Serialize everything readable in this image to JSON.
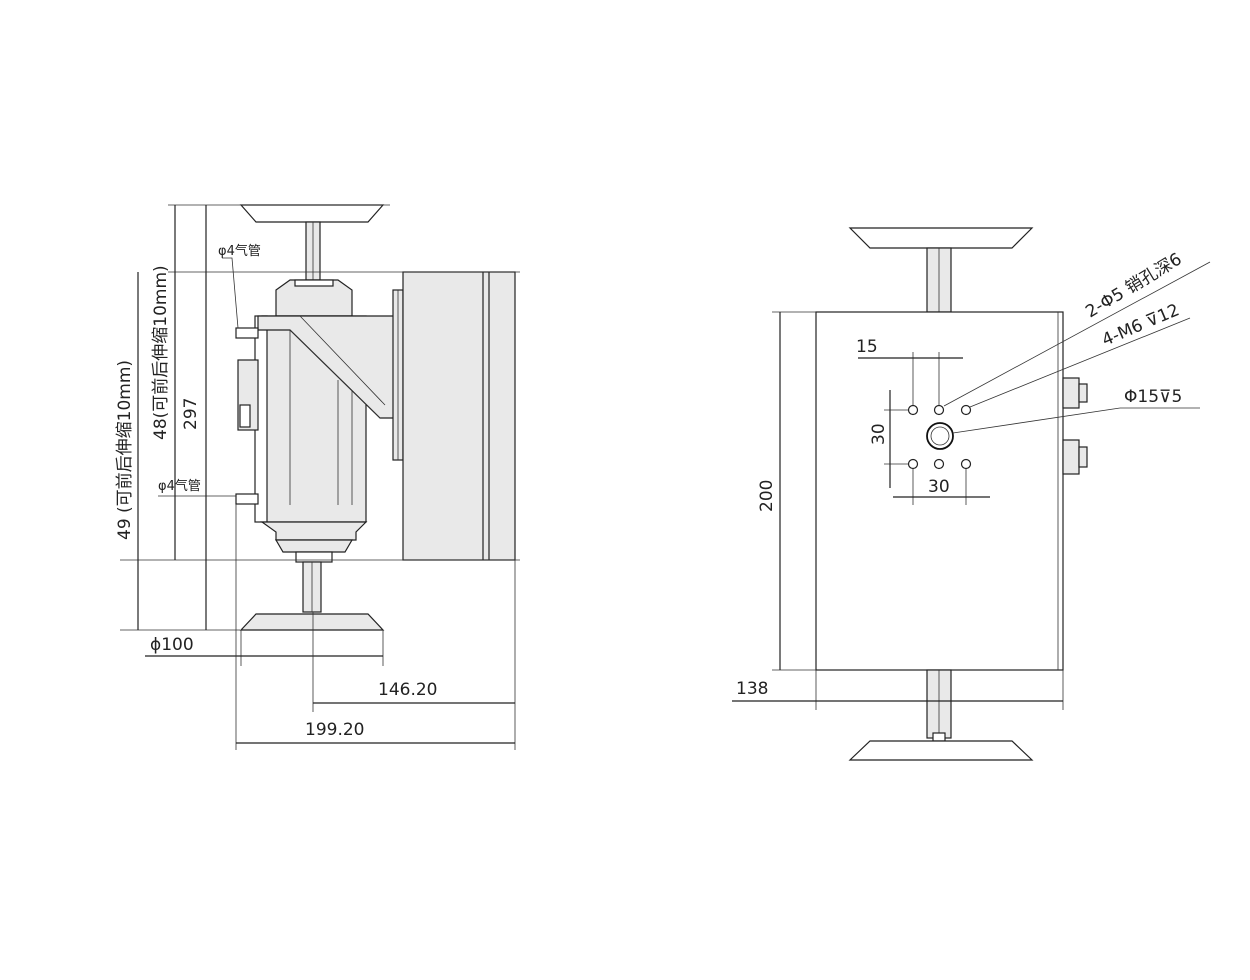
{
  "left_view": {
    "dim_total_height": "297",
    "dim_stroke_49": "49 (可前后伸缩10mm)",
    "dim_stroke_48": "48(可前后伸缩10mm)",
    "tube_top": "φ4气管",
    "tube_bottom": "φ4气管",
    "dim_diameter": "ϕ100",
    "dim_width_1": "146.20",
    "dim_width_2": "199.20"
  },
  "right_view": {
    "dim_height": "200",
    "dim_depth": "138",
    "dim_pitch_h": "15",
    "dim_pitch_v": "30",
    "dim_pitch_bottom": "30",
    "note_pin": "2-Φ5 销孔深6",
    "note_thread": "4-M6 ⊽12",
    "note_bore": "Φ15⊽5"
  }
}
